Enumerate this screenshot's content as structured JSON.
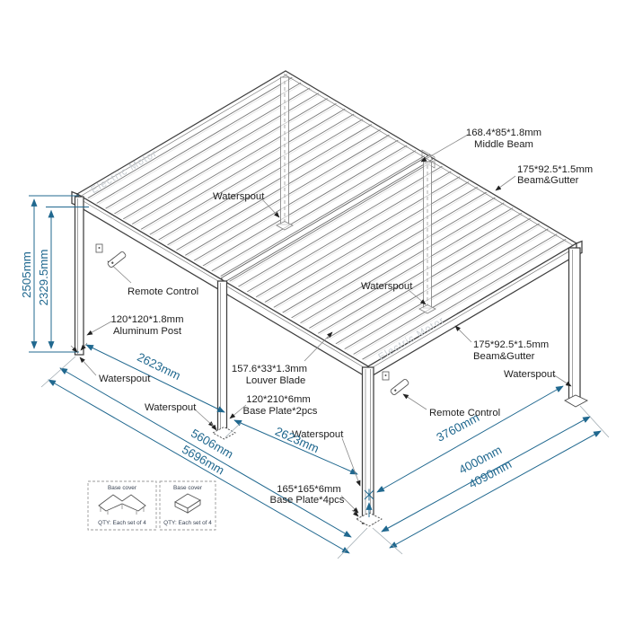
{
  "diagram": {
    "watermark": "Electric Motor",
    "labels": {
      "waterspout": "Waterspout",
      "remote_control": "Remote Control",
      "middle_beam_spec": "168.4*85*1.8mm",
      "middle_beam_name": "Middle Beam",
      "beam_gutter_spec": "175*92.5*1.5mm",
      "beam_gutter_name": "Beam&Gutter",
      "post_spec": "120*120*1.8mm",
      "post_name": "Aluminum Post",
      "louver_spec": "157.6*33*1.3mm",
      "louver_name": "Louver Blade",
      "base_plate2_spec": "120*210*6mm",
      "base_plate2_name": "Base Plate*2pcs",
      "base_plate4_spec": "165*165*6mm",
      "base_plate4_name": "Base Plate*4pcs"
    },
    "dimensions": {
      "total_height": "2505mm",
      "clear_height": "2329.5mm",
      "left_bay": "2623mm",
      "right_bay": "2623mm",
      "inner_length": "5606mm",
      "outer_length": "5696mm",
      "inner_width": "3760mm",
      "mid_width": "4000mm",
      "outer_width": "4090mm"
    },
    "legend": {
      "corner_cover_title": "Base cover",
      "corner_cover_qty": "QTY: Each set of 4",
      "straight_cover_title": "Base cover",
      "straight_cover_qty": "QTY: Each set of 4"
    },
    "colors": {
      "dimension_blue": "#20688f",
      "structure_gray": "#3f3f3f",
      "watermark_gray": "#c9cfd4"
    }
  }
}
